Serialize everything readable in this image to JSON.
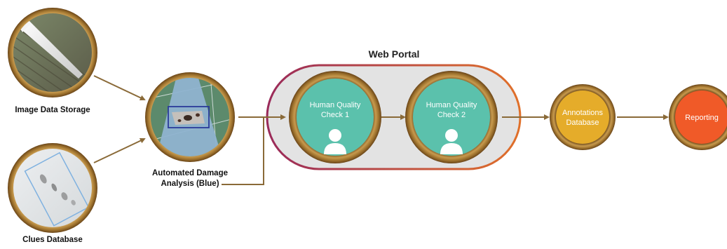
{
  "diagram": {
    "portal_title": "Web Portal",
    "nodes": {
      "image_storage": {
        "label": "Image Data Storage"
      },
      "clues_db": {
        "label": "Clues Database"
      },
      "damage_analysis": {
        "label_line1": "Automated Damage",
        "label_line2": "Analysis (Blue)"
      },
      "quality_check_1": {
        "line1": "Human Quality",
        "line2": "Check 1"
      },
      "quality_check_2": {
        "line1": "Human Quality",
        "line2": "Check 2"
      },
      "annotations_db": {
        "line1": "Annotations",
        "line2": "Database"
      },
      "reporting": {
        "line1": "Reporting"
      }
    },
    "colors": {
      "ring_gold": "#a0742f",
      "arrow": "#8a6a38",
      "teal": "#5bc1ac",
      "yellow": "#e5ac2a",
      "orange_red": "#f05a28",
      "portal_fill": "#e3e3e3",
      "portal_border_left": "#9a2a5a",
      "portal_border_right": "#e0702a"
    }
  }
}
